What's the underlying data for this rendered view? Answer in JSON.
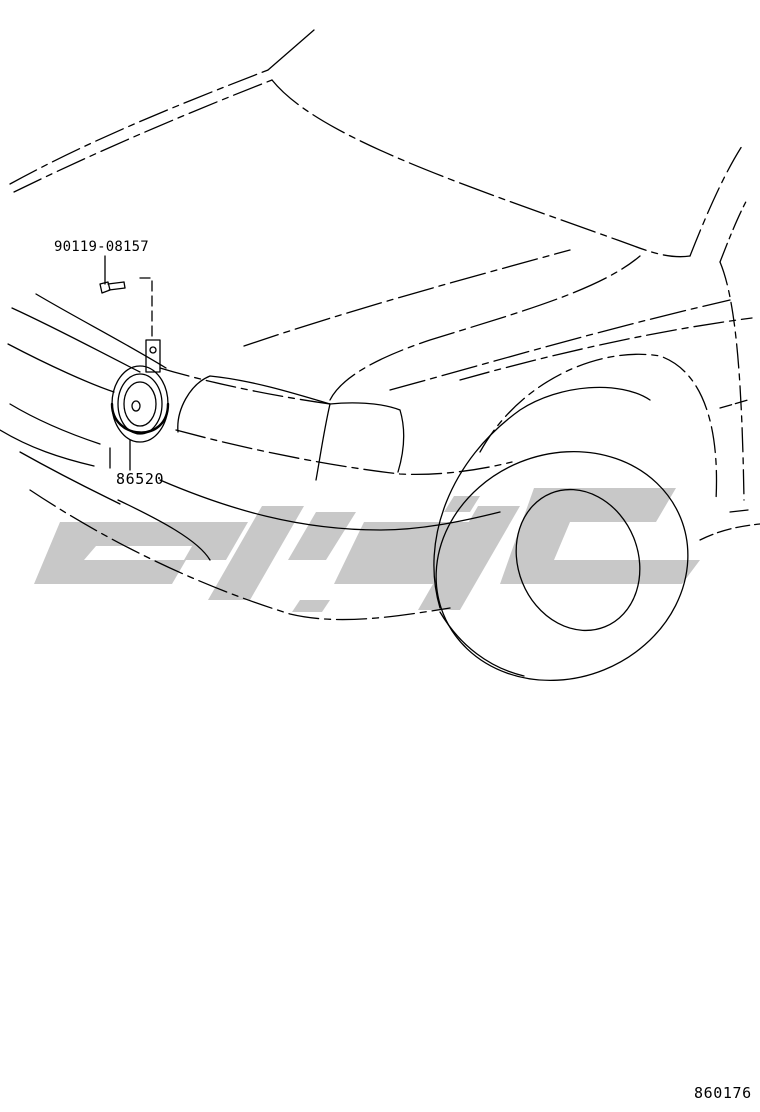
{
  "diagram": {
    "subject": "front of vehicle with horn assembly",
    "colors": {
      "line": "#000000",
      "background": "#ffffff",
      "watermark": "#c8c8c8"
    }
  },
  "parts": [
    {
      "part_number": "90119-08157",
      "depicts": "bolt"
    },
    {
      "part_number": "86520",
      "depicts": "horn"
    }
  ],
  "diagram_id": "860176",
  "watermark": {
    "icon": "brand-logo-watermark"
  }
}
